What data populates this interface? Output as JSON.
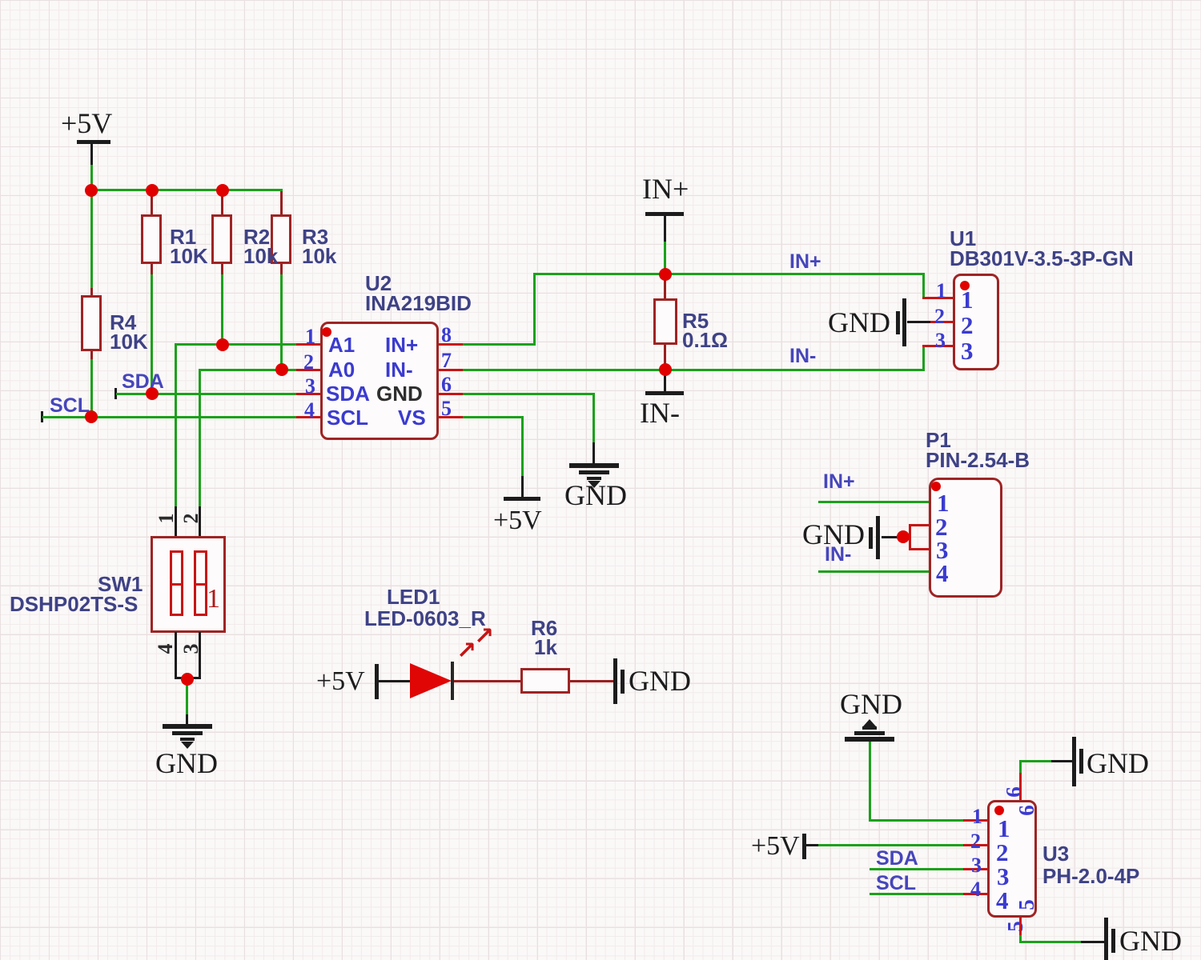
{
  "colors": {
    "wire": "#1ba11b",
    "component_outline": "#9e2424",
    "pin_stub": "#c81414",
    "junction": "#e00000",
    "designator": "#3e4285",
    "pin_number": "#3b3bd0",
    "net_label": "#4646bb",
    "power_text": "#1c1c1c"
  },
  "ports": {
    "vcc": "+5V",
    "gnd": "GND",
    "in_plus": "IN+",
    "in_minus": "IN-"
  },
  "nets": {
    "sda": "SDA",
    "scl": "SCL",
    "in_plus": "IN+",
    "in_minus": "IN-"
  },
  "components": {
    "r1": {
      "ref": "R1",
      "value": "10K"
    },
    "r2": {
      "ref": "R2",
      "value": "10k"
    },
    "r3": {
      "ref": "R3",
      "value": "10k"
    },
    "r4": {
      "ref": "R4",
      "value": "10K"
    },
    "r5": {
      "ref": "R5",
      "value": "0.1Ω"
    },
    "r6": {
      "ref": "R6",
      "value": "1k"
    },
    "led1": {
      "ref": "LED1",
      "value": "LED-0603_R"
    },
    "sw1": {
      "ref": "SW1",
      "value": "DSHP02TS-S",
      "pin_top_left": "1",
      "pin_top_right": "2",
      "pin_bottom_left": "4",
      "pin_bottom_right": "3",
      "marker": "1"
    },
    "u1": {
      "ref": "U1",
      "value": "DB301V-3.5-3P-GN",
      "pins": [
        "1",
        "2",
        "3"
      ]
    },
    "u2": {
      "ref": "U2",
      "value": "INA219BID",
      "pins_left": [
        {
          "num": "1",
          "name": "A1"
        },
        {
          "num": "2",
          "name": "A0"
        },
        {
          "num": "3",
          "name": "SDA"
        },
        {
          "num": "4",
          "name": "SCL"
        }
      ],
      "pins_right": [
        {
          "num": "8",
          "name": "IN+"
        },
        {
          "num": "7",
          "name": "IN-"
        },
        {
          "num": "6",
          "name": "GND"
        },
        {
          "num": "5",
          "name": "VS"
        }
      ]
    },
    "p1": {
      "ref": "P1",
      "value": "PIN-2.54-B",
      "pins": [
        "1",
        "2",
        "3",
        "4"
      ]
    },
    "u3": {
      "ref": "U3",
      "value": "PH-2.0-4P",
      "pins_left": [
        "1",
        "2",
        "3",
        "4"
      ],
      "pin_top": "6",
      "pin_bottom": "5"
    }
  }
}
